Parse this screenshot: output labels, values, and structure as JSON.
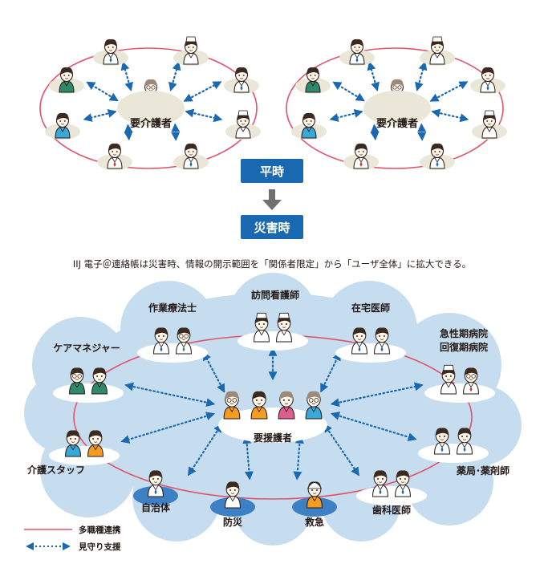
{
  "colors": {
    "accent_blue": "#1a68b0",
    "red_line": "#e0536b",
    "dotted_blue": "#1a68b0",
    "cloud": "#c6ddef",
    "pad_light": "#eae7d8",
    "pad_white": "#ffffff",
    "pad_blue": "#3d80c4",
    "badge_text": "#ffffff"
  },
  "top": {
    "left_center_label": "要介護者",
    "right_center_label": "要介護者"
  },
  "badges": {
    "normal": "平時",
    "disaster": "災害時"
  },
  "arrow_icon": "down-arrow-icon",
  "caption": "IIJ 電子＠連絡帳は災害時、情報の開示範囲を「関係者限定」から「ユーザ全体」に拡大できる。",
  "bottom": {
    "center_label": "要援護者",
    "labels": {
      "occupational_therapist": "作業療法士",
      "visiting_nurse": "訪問看護師",
      "home_doctor": "在宅医師",
      "acute_hospital_line1": "急性期病院",
      "acute_hospital_line2": "回復期病院",
      "care_manager": "ケアマネジャー",
      "care_staff": "介護スタッフ",
      "pharmacy": "薬局･薬剤師",
      "municipality": "自治体",
      "disaster_prevention": "防災",
      "emergency": "救急",
      "dentist": "歯科医師"
    }
  },
  "legend": {
    "red_line_label": "多職種連携",
    "dotted_label": "見守り支援"
  }
}
